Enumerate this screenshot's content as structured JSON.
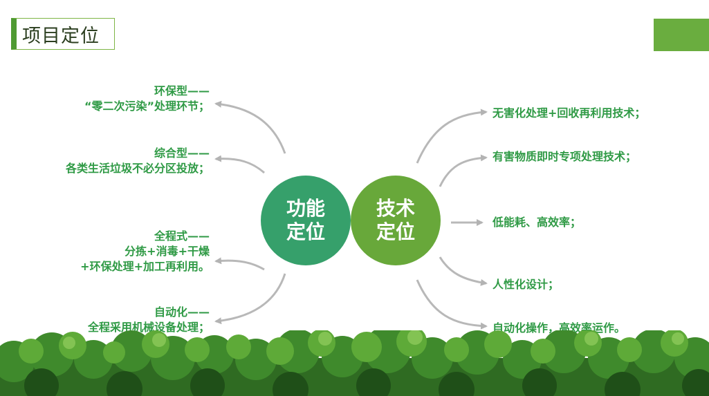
{
  "title": "项目定位",
  "colors": {
    "accent_green": "#4f9a33",
    "text_green": "#2f9a45",
    "circle_left": "#36a06b",
    "circle_right": "#68a83a",
    "arrow_gray": "#b3b3b3"
  },
  "circles": {
    "left": [
      "功能",
      "定位"
    ],
    "right": [
      "技术",
      "定位"
    ]
  },
  "left_items": [
    {
      "line1": "环保型——",
      "line2": "“零二次污染”处理环节；"
    },
    {
      "line1": "综合型——",
      "line2": "各类生活垃圾不必分区投放；"
    },
    {
      "line1": "全程式——",
      "line2": "分拣+消毒+干燥",
      "line3": "+环保处理+加工再利用。"
    },
    {
      "line1": "自动化——",
      "line2": "全程采用机械设备处理；"
    }
  ],
  "right_items": [
    "无害化处理+回收再利用技术；",
    "有害物质即时专项处理技术；",
    "低能耗、高效率；",
    "人性化设计；",
    "自动化操作，高效率运作。"
  ]
}
